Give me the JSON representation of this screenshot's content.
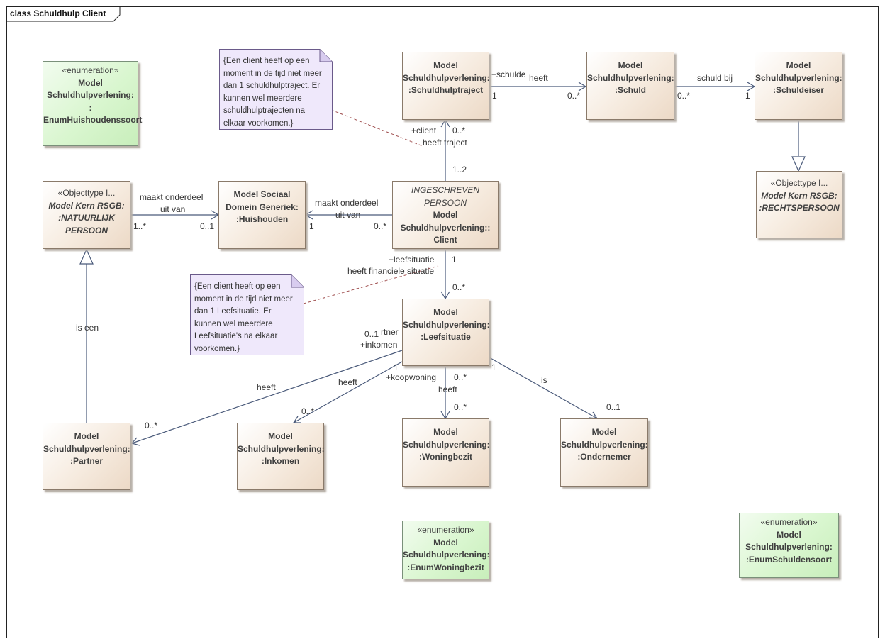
{
  "frame": {
    "title": "class Schuldhulp Client"
  },
  "classes": {
    "enum_huishoudenssoort": {
      "stereotype": "«enumeration»",
      "line1": "Model",
      "line2": "Schuldhulpverlening:",
      "line3": ":",
      "line4": "EnumHuishoudenssoort"
    },
    "natuurlijk_persoon": {
      "stereotype": "«Objecttype I...",
      "line1": "Model Kern RSGB:",
      "line2": ":NATUURLIJK",
      "line3": "PERSOON"
    },
    "huishouden": {
      "line1": "Model Sociaal",
      "line2": "Domein Generiek:",
      "line3": ":Huishouden"
    },
    "client": {
      "stereotype": "INGESCHREVEN PERSOON",
      "line1": "Model",
      "line2": "Schuldhulpverlening::",
      "line3": "Client"
    },
    "schuldhulptraject": {
      "line1": "Model",
      "line2": "Schuldhulpverlening:",
      "line3": ":Schuldhulptraject"
    },
    "schuld": {
      "line1": "Model",
      "line2": "Schuldhulpverlening:",
      "line3": ":Schuld"
    },
    "schuldeiser": {
      "line1": "Model",
      "line2": "Schuldhulpverlening:",
      "line3": ":Schuldeiser"
    },
    "rechtspersoon": {
      "stereotype": "«Objecttype I...",
      "line1": "Model Kern RSGB:",
      "line2": ":RECHTSPERSOON"
    },
    "leefsituatie": {
      "line1": "Model",
      "line2": "Schuldhulpverlening:",
      "line3": ":Leefsituatie"
    },
    "partner": {
      "line1": "Model",
      "line2": "Schuldhulpverlening:",
      "line3": ":Partner"
    },
    "inkomen": {
      "line1": "Model",
      "line2": "Schuldhulpverlening:",
      "line3": ":Inkomen"
    },
    "woningbezit": {
      "line1": "Model",
      "line2": "Schuldhulpverlening:",
      "line3": ":Woningbezit"
    },
    "ondernemer": {
      "line1": "Model",
      "line2": "Schuldhulpverlening:",
      "line3": ":Ondernemer"
    },
    "enum_woningbezit": {
      "stereotype": "«enumeration»",
      "line1": "Model",
      "line2": "Schuldhulpverlening:",
      "line3": ":EnumWoningbezit"
    },
    "enum_schuldensoort": {
      "stereotype": "«enumeration»",
      "line1": "Model",
      "line2": "Schuldhulpverlening:",
      "line3": ":EnumSchuldensoort"
    }
  },
  "notes": {
    "traject_note": [
      "{Een client heeft op een",
      "moment in de tijd niet meer",
      "dan 1 schuldhulptraject. Er",
      "kunnen wel meerdere",
      "schuldhulptrajecten na",
      "elkaar voorkomen.}"
    ],
    "leefsituatie_note": [
      "{Een client heeft op een",
      "moment in de tijd niet meer",
      "dan 1 Leefsituatie. Er",
      "kunnen wel meerdere",
      "Leefsituatie's na elkaar",
      "voorkomen.}"
    ]
  },
  "labels": {
    "schulde": "+schulde",
    "heeft_schuld": "heeft",
    "m_traject_1": "1",
    "m_schuld_many": "0..*",
    "schuld_bij": "schuld bij",
    "m_schuld_many2": "0..*",
    "m_schuldeiser_1": "1",
    "client_role": "+client",
    "m_client_many": "0..*",
    "heeft_traject": "heeft traject",
    "m_client_12": "1..2",
    "maakt_onderdeel_1": "maakt onderdeel",
    "uit_van_1": "uit van",
    "m_np_many": "1..*",
    "m_hh_01": "0..1",
    "maakt_onderdeel_2": "maakt onderdeel",
    "uit_van_2": "uit van",
    "m_hh_1": "1",
    "m_client_many2": "0..*",
    "leefsituatie_role": "+leefsituatie",
    "m_client_1": "1",
    "heeft_fin": "heeft financiele situatie",
    "m_leef_many": "0..*",
    "m_leef_01": "0..1",
    "rtner": "rtner",
    "inkomen_role": "+inkomen",
    "m_leef_1a": "1",
    "koopwoning_role": "+koopwoning",
    "m_leef_many3": "0..*",
    "m_leef_1b": "1",
    "heeft_partner": "heeft",
    "heeft_inkomen": "heeft",
    "heeft_woning": "heeft",
    "is_ondernemer": "is",
    "m_partner_many": "0..*",
    "m_inkomen_many": "0..*",
    "m_woning_many": "0..*",
    "m_ondernemer_01": "0..1",
    "is_een": "is een"
  }
}
